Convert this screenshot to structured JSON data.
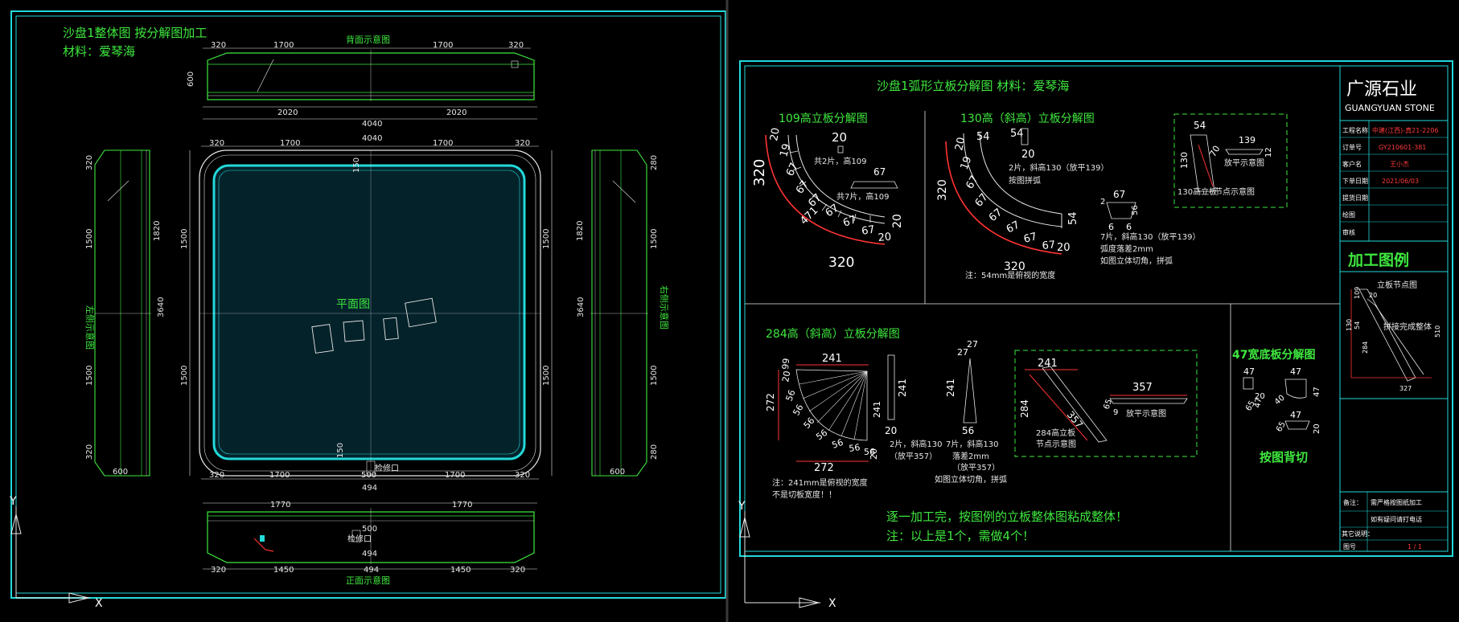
{
  "left_sheet": {
    "title": "沙盘1整体图   按分解图加工",
    "material": "材料：爱琴海",
    "back_view": "背面示意图",
    "front_view": "正面示意图",
    "plan_view": "平面图",
    "left_side_view": "左侧示意图",
    "right_side_view": "右侧示意图",
    "access_port": "检修口",
    "access_port_2": "检修口",
    "dims": {
      "top_320a": "320",
      "top_1700a": "1700",
      "top_1700b": "1700",
      "top_320b": "320",
      "top_2020a": "2020",
      "top_2020b": "2020",
      "total_4040": "4040",
      "total_4040b": "4040",
      "plan_320a": "320",
      "plan_1700a": "1700",
      "plan_1700b": "1700",
      "plan_320b": "320",
      "bot_320a": "320",
      "bot_1700a": "1700",
      "bot_500": "500",
      "bot_1700b": "1700",
      "bot_320b": "320",
      "bot_494": "494",
      "fr_1770a": "1770",
      "fr_1770b": "1770",
      "fr_320a": "320",
      "fr_1450a": "1450",
      "fr_494": "494",
      "fr_1450b": "1450",
      "fr_320b": "320",
      "fr_500": "500",
      "fr_494b": "494",
      "side_320": "320",
      "side_1500a": "1500",
      "side_3640": "3640",
      "side_1500b": "1500",
      "side_1820": "1820",
      "side_600": "600",
      "side_280": "280",
      "side_600b": "600",
      "d150": "150",
      "d150b": "150",
      "d600": "600"
    }
  },
  "right_sheet": {
    "title": "沙盘1弧形立板分解图      材料：爱琴海",
    "p109": {
      "title": "109高立板分解图",
      "n320a": "320",
      "n320b": "320",
      "n20a": "20",
      "n19": "19",
      "n67": "67",
      "n471": "471",
      "n20b": "20",
      "n20c": "20",
      "note1": "共2片，高109",
      "note2": "共7片，高109",
      "n67b": "67"
    },
    "p130": {
      "title": "130高（斜高）立板分解图",
      "n54": "54",
      "n320": "320",
      "n320b": "320",
      "n67": "67",
      "n20": "20",
      "n54b": "54",
      "n20b": "20",
      "note1": "2片，斜高130（放平139）",
      "note2": "按图拼弧",
      "note3": "7片，斜高130（放平139）",
      "note4": "弧度落差2mm",
      "note5": "如图立体切角，拼弧",
      "note6": "注：54mm是俯视的宽度",
      "n67b": "67",
      "n2": "2",
      "n56": "56",
      "n6": "6"
    },
    "p130_node": {
      "n54": "54",
      "n139": "139",
      "n130": "130",
      "n70": "70",
      "n12": "12",
      "cap1": "130高立板",
      "cap2": "节点示意图",
      "cap3": "放平示意图"
    },
    "p284": {
      "title": "284高（斜高）立板分解图",
      "n241": "241",
      "n272": "272",
      "n56": "56",
      "n20": "20",
      "n241b": "241",
      "n27": "27",
      "n241c": "241",
      "n272b": "272",
      "n99": "99",
      "n20b": "20",
      "n56b": "56",
      "note1": "2片，斜高130",
      "note1b": "（放平357）",
      "note2": "7片，斜高130",
      "note2b": "落差2mm",
      "note2c": "（放平357）",
      "note3": "如图立体切角，拼弧",
      "note4": "注：241mm是俯视的宽度",
      "note5": "不是切板宽度！！"
    },
    "p284_node": {
      "n241": "241",
      "n284": "284",
      "n357": "357",
      "n357b": "357",
      "n65": "65",
      "n9": "9",
      "cap1": "284高立板",
      "cap2": "节点示意图",
      "cap3": "放平示意图"
    },
    "p47": {
      "title": "47宽底板分解图",
      "n47a": "47",
      "n47b": "47",
      "n47c": "47",
      "n20": "20",
      "n65": "65",
      "n40": "40",
      "sub": "按图背切"
    },
    "footer1": "逐一加工完，按图例的立板整体图粘成整体！",
    "footer2": "注：以上是1个，需做4个！",
    "title_block": {
      "company": "广源石业",
      "company_en": "GUANGYUAN STONE",
      "rows": [
        {
          "label": "工程名称",
          "value": "中建(江西)-真21-2206"
        },
        {
          "label": "订单号",
          "value": "GY210601-381"
        },
        {
          "label": "客户名",
          "value": "王小杰"
        },
        {
          "label": "下单日期",
          "value": "2021/06/03"
        },
        {
          "label": "提货日期",
          "value": ""
        },
        {
          "label": "绘图",
          "value": ""
        },
        {
          "label": "审核",
          "value": ""
        }
      ],
      "legend": "加工图例",
      "legend_note1": "立板节点图",
      "legend_note2": "拼接完成整体",
      "leg_nums": {
        "a": "109",
        "b": "20",
        "c": "130",
        "d": "54",
        "e": "284",
        "f": "327",
        "g": "510"
      },
      "remark_label": "备注：",
      "remark_value": "需严格按图纸加工",
      "remark_value2": "如有疑问请打电话",
      "sheet_label": "其它说明：",
      "page_label": "图号",
      "page_value": "1 / 1"
    }
  }
}
